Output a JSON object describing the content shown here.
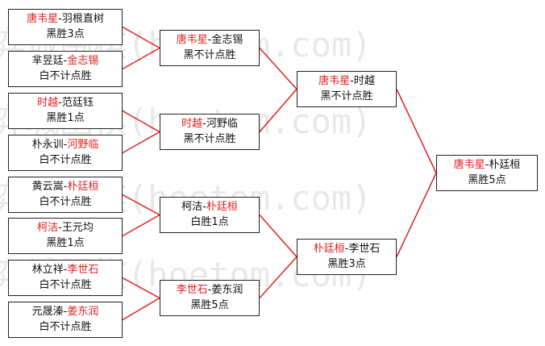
{
  "colors": {
    "line": "#e02020",
    "border": "#222222",
    "winner": "#e02020",
    "text": "#111111",
    "watermark": "#e8e8e8"
  },
  "watermark": {
    "text": "弈城围棋(hoetom.com)"
  },
  "bracket": {
    "round1": [
      {
        "p1": "唐韦星",
        "sep": "-",
        "p2": "羽根直树",
        "winner": 1,
        "result": "黑胜3点"
      },
      {
        "p1": "芈昱廷",
        "sep": "-",
        "p2": "金志锡",
        "winner": 2,
        "result": "白不计点胜"
      },
      {
        "p1": "时越",
        "sep": "-",
        "p2": "范廷钰",
        "winner": 1,
        "result": "黑胜1点"
      },
      {
        "p1": "朴永训",
        "sep": "-",
        "p2": "河野临",
        "winner": 2,
        "result": "白不计点胜"
      },
      {
        "p1": "黄云嵩",
        "sep": "-",
        "p2": "朴廷桓",
        "winner": 2,
        "result": "白不计点胜"
      },
      {
        "p1": "柯洁",
        "sep": "-",
        "p2": "王元均",
        "winner": 1,
        "result": "黑胜1点"
      },
      {
        "p1": "林立祥",
        "sep": "-",
        "p2": "李世石",
        "winner": 2,
        "result": "白不计点胜"
      },
      {
        "p1": "元晟溱",
        "sep": "-",
        "p2": "姜东润",
        "winner": 2,
        "result": "白不计点胜"
      }
    ],
    "round2": [
      {
        "p1": "唐韦星",
        "sep": "-",
        "p2": "金志锡",
        "winner": 1,
        "result": "黑不计点胜"
      },
      {
        "p1": "时越",
        "sep": "-",
        "p2": "河野临",
        "winner": 1,
        "result": "黑不计点胜"
      },
      {
        "p1": "柯洁",
        "sep": "-",
        "p2": "朴廷桓",
        "winner": 2,
        "result": "白胜1点"
      },
      {
        "p1": "李世石",
        "sep": "-",
        "p2": "姜东润",
        "winner": 1,
        "result": "黑胜5点"
      }
    ],
    "round3": [
      {
        "p1": "唐韦星",
        "sep": "-",
        "p2": "时越",
        "winner": 1,
        "result": "黑不计点胜"
      },
      {
        "p1": "朴廷桓",
        "sep": "-",
        "p2": "李世石",
        "winner": 1,
        "result": "黑胜3点"
      }
    ],
    "final": [
      {
        "p1": "唐韦星",
        "sep": "-",
        "p2": "朴廷桓",
        "winner": 1,
        "result": "黑胜5点"
      }
    ]
  }
}
